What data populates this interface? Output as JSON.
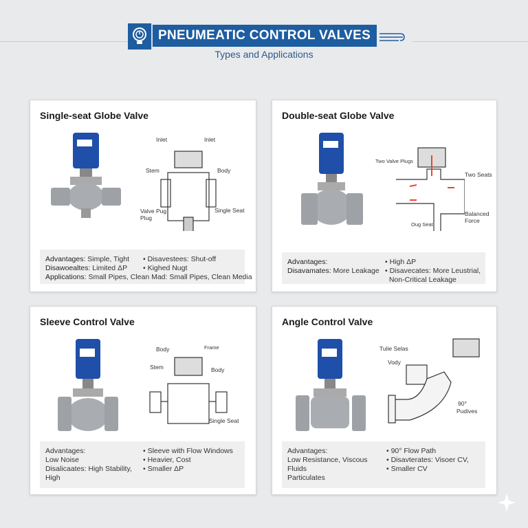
{
  "header": {
    "title": "PNEUMEATIC CONTROL VALVES",
    "subtitle": "Types and Applications",
    "icon": "gauge-bulb-icon"
  },
  "cards": [
    {
      "title": "Single-seat Globe Valve",
      "labels": [
        "Inlet",
        "Inlet",
        "Stem",
        "Body",
        "Valve Pug",
        "Plug",
        "Single Seat"
      ],
      "left": [
        {
          "k": "Advantages:",
          "v": " Simple, Tight"
        },
        {
          "k": "Disawoealtes:",
          "v": " Limited ΔP"
        }
      ],
      "right": [
        "Disavestees: Shut-off",
        "Kighed Nugt"
      ],
      "full": {
        "k": "Applications:",
        "v": " Small Pipes, Clean Mad: Small Pipes, Clean Media"
      }
    },
    {
      "title": "Double-seat Globe Valve",
      "labels": [
        "Two Valve Plugs",
        "Two Seats",
        "Balanced",
        "Force",
        "Oug Seat"
      ],
      "left": [
        {
          "k": "Advantages:",
          "v": ""
        },
        {
          "k": "Disavamates:",
          "v": " More Leakage"
        }
      ],
      "right": [
        "High ΔP",
        "Disavecates: More Leustrial,",
        "Non-Critical Leakage"
      ]
    },
    {
      "title": "Sleeve Control Valve",
      "labels": [
        "Body",
        "Frame",
        "Stem",
        "Body",
        "Single Seat"
      ],
      "left": [
        "Advantages:",
        "Low Noise",
        "Disalicaates: High Stability, High"
      ],
      "right": [
        "Sleeve with Flow Windows",
        "Heavier, Cost",
        "Smaller ΔP"
      ]
    },
    {
      "title": "Angle Control Valve",
      "labels": [
        "Tulie Selas",
        "Vody",
        "90°",
        "Pudives"
      ],
      "left": [
        "Advantages:",
        "Low Resistance, Viscous Fluids",
        "Particulates"
      ],
      "right": [
        "90° Flow Path",
        "Disavterates: Visoer CV,",
        "Smaller CV"
      ]
    }
  ],
  "colors": {
    "brand": "#1e5da0",
    "actuator": "#1f4fa8",
    "body": "#a9adb2",
    "arrow": "#e8452c"
  }
}
